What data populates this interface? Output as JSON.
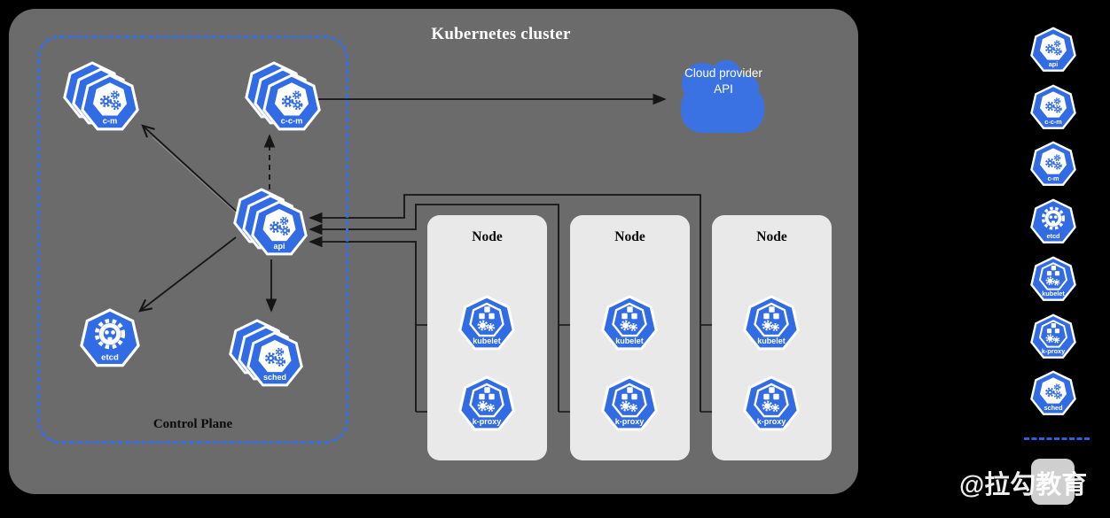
{
  "title": "Kubernetes cluster",
  "control_plane": {
    "label": "Control Plane"
  },
  "cloud": {
    "label": "Cloud provider API"
  },
  "nodes": [
    {
      "title": "Node"
    },
    {
      "title": "Node"
    },
    {
      "title": "Node"
    }
  ],
  "components": {
    "api": {
      "label": "api"
    },
    "c_c_m": {
      "label": "c-c-m"
    },
    "c_m": {
      "label": "c-m"
    },
    "etcd": {
      "label": "etcd"
    },
    "sched": {
      "label": "sched"
    },
    "kubelet": {
      "label": "kubelet"
    },
    "k_proxy": {
      "label": "k-proxy"
    }
  },
  "legend": {
    "order": [
      "api",
      "c_c_m",
      "c_m",
      "etcd",
      "kubelet",
      "k_proxy",
      "sched"
    ]
  },
  "watermark": "@拉勾教育",
  "colors": {
    "k8s_blue": "#326ce5",
    "cluster_gray": "#6b6b6b",
    "node_gray": "#e9e9e9",
    "dashed_border_blue": "#3a6ede",
    "cloud_blue": "#3b72e3",
    "line_black": "#151515",
    "legend_node_gray": "#cfcfcf"
  }
}
